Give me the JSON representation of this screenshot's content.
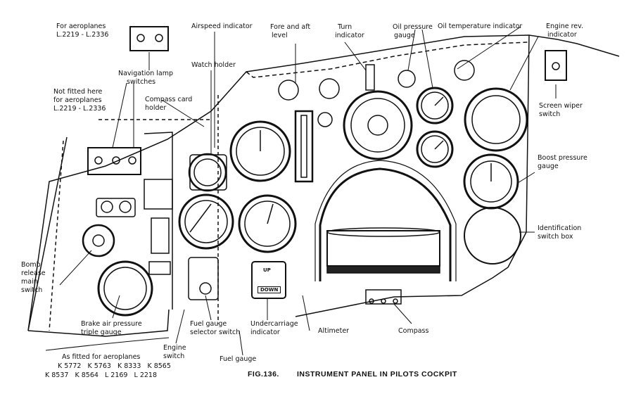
{
  "figure": {
    "number": "FIG.136.",
    "title": "INSTRUMENT PANEL IN PILOTS COCKPIT"
  },
  "labels": {
    "for_aeroplanes_1": "For aeroplanes",
    "for_aeroplanes_2": "L.2219 - L.2336",
    "navigation_lamp_1": "Navigation lamp",
    "navigation_lamp_2": "switches",
    "not_fitted_1": "Not fitted here",
    "not_fitted_2": "for aeroplanes",
    "not_fitted_3": "L.2219 - L.2336",
    "compass_card_1": "Compass card",
    "compass_card_2": "holder",
    "airspeed": "Airspeed indicator",
    "watch_holder": "Watch holder",
    "fore_aft_1": "Fore and aft",
    "fore_aft_2": "level",
    "turn_1": "Turn",
    "turn_2": "indicator",
    "oil_pressure_1": "Oil pressure",
    "oil_pressure_2": "gauge",
    "oil_temp": "Oil temperature indicator",
    "engine_rev_1": "Engine rev.",
    "engine_rev_2": "indicator",
    "screen_wiper_1": "Screen wiper",
    "screen_wiper_2": "switch",
    "boost_1": "Boost pressure",
    "boost_2": "gauge",
    "ident_1": "Identification",
    "ident_2": "switch box",
    "bomb_1": "Bomb",
    "bomb_2": "release",
    "bomb_3": "main",
    "bomb_4": "switch",
    "brake_1": "Brake air pressure",
    "brake_2": "triple gauge",
    "engine_switch_1": "Engine",
    "engine_switch_2": "switch",
    "fuel_selector_1": "Fuel gauge",
    "fuel_selector_2": "selector switch",
    "fuel_gauge": "Fuel gauge",
    "undercarriage_1": "Undercarriage",
    "undercarriage_2": "indicator",
    "altimeter": "Altimeter",
    "compass": "Compass",
    "as_fitted": "As fitted for aeroplanes",
    "serials_row1": "K 5772   K 5763   K 8333   K 8565",
    "serials_row2": "K 8537   K 8564   L 2169   L 2218",
    "up": "UP",
    "down": "DOWN"
  }
}
